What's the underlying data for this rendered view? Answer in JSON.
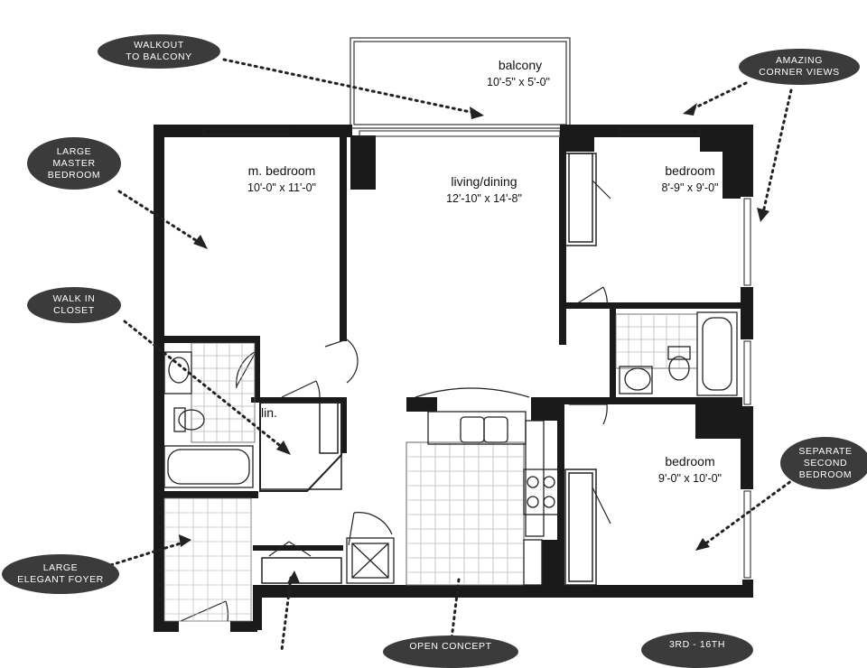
{
  "rooms": {
    "balcony": {
      "name": "balcony",
      "dims": "10'-5\" x 5'-0\""
    },
    "master_bedroom": {
      "name": "m. bedroom",
      "dims": "10'-0\" x 11'-0\""
    },
    "living_dining": {
      "name": "living/dining",
      "dims": "12'-10\" x 14'-8\""
    },
    "bedroom_one": {
      "name": "bedroom",
      "dims": "8'-9\" x 9'-0\""
    },
    "bedroom_two": {
      "name": "bedroom",
      "dims": "9'-0\" x 10'-0\""
    },
    "linen": {
      "name": "lin."
    }
  },
  "callouts": {
    "walkout": [
      "WALKOUT",
      "TO BALCONY"
    ],
    "corner_views": [
      "AMAZING",
      "CORNER VIEWS"
    ],
    "master": [
      "LARGE",
      "MASTER",
      "BEDROOM"
    ],
    "walkin": [
      "WALK IN",
      "CLOSET"
    ],
    "second_bedroom": [
      "SEPARATE",
      "SECOND",
      "BEDROOM"
    ],
    "foyer": [
      "LARGE",
      "ELEGANT FOYER"
    ],
    "open_concept": [
      "OPEN CONCEPT"
    ],
    "floors": [
      "3RD - 16TH"
    ]
  },
  "colors": {
    "wall": "#1a1a1a",
    "bubble": "#3b3b3b",
    "line": "#222222"
  }
}
